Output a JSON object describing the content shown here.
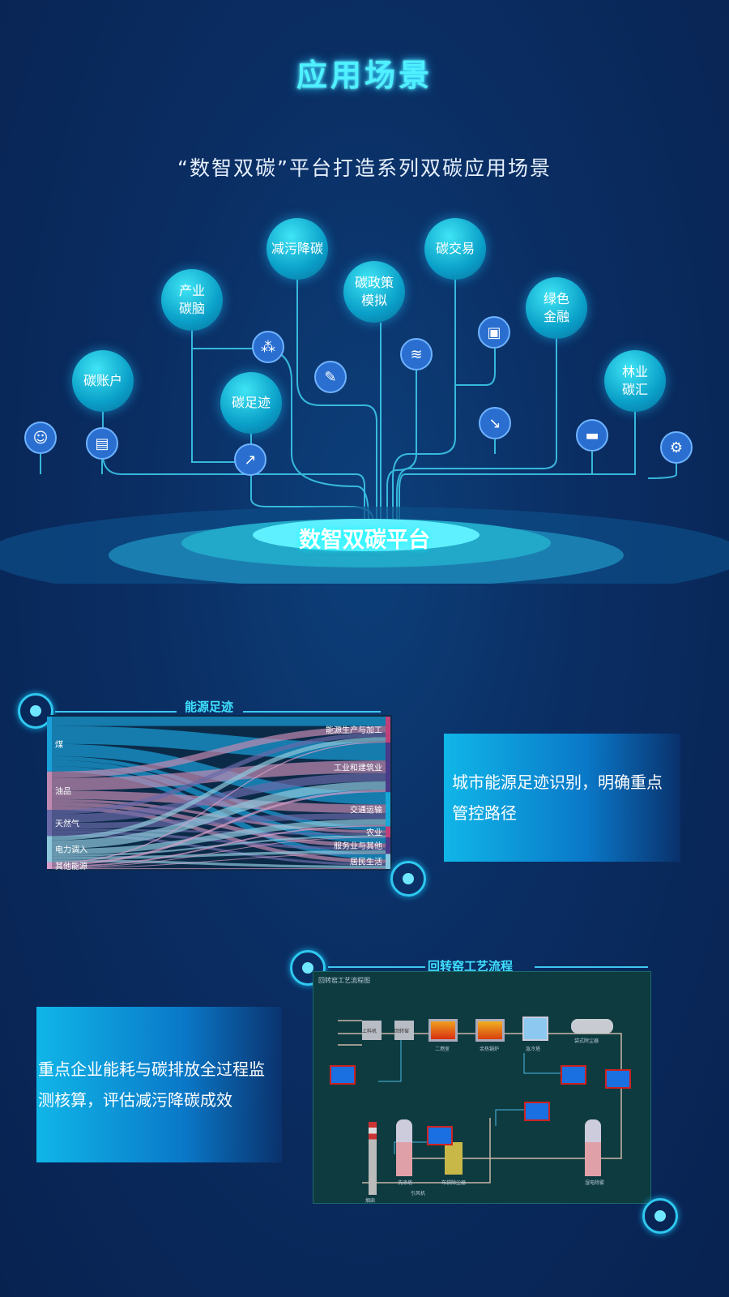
{
  "title": "应用场景",
  "subtitle": "“数智双碳”平台打造系列双碳应用场景",
  "platform": "数智双碳平台",
  "scenarios": [
    "碳账户",
    "产业\n碳脑",
    "减污降碳",
    "碳政策\n模拟",
    "碳交易",
    "绿色\n金融",
    "林业\n碳汇",
    "碳足迹"
  ],
  "icons": [
    "user-icon",
    "presentation-icon",
    "network-icon",
    "chart-up-icon",
    "pen-icon",
    "layers-icon",
    "briefcase-icon",
    "download-chart-icon",
    "drive-icon",
    "gear-icon"
  ],
  "energy": {
    "title": "能源足迹",
    "sources": [
      {
        "name": "煤",
        "value": 40,
        "color": "#1aa0d8"
      },
      {
        "name": "油品",
        "value": 28,
        "color": "#c08ab0"
      },
      {
        "name": "天然气",
        "value": 19,
        "color": "#6a6aa8"
      },
      {
        "name": "电力调入",
        "value": 19,
        "color": "#8ec8dc"
      },
      {
        "name": "其他能源",
        "value": 5,
        "color": "#d8a0c8"
      }
    ],
    "targets": [
      {
        "name": "能源生产与加工",
        "value": 19,
        "color": "#c0407a"
      },
      {
        "name": "工业和建筑业",
        "value": 36,
        "color": "#4a3a8a"
      },
      {
        "name": "交通运输",
        "value": 25,
        "color": "#18a8d8"
      },
      {
        "name": "农业",
        "value": 8,
        "color": "#c0407a"
      },
      {
        "name": "服务业与其他",
        "value": 12,
        "color": "#4a3a8a"
      },
      {
        "name": "居民生活",
        "value": 11,
        "color": "#88c8e0"
      }
    ],
    "caption": "城市能源足迹识别，明确重点管控路径"
  },
  "kiln": {
    "title": "回转窑工艺流程",
    "subtitle": "回转窑工艺流程图",
    "units": [
      "上料机",
      "回转窑",
      "二燃室",
      "余热锅炉",
      "急冷塔",
      "袋式除尘器",
      "洗涤塔",
      "布袋除尘器",
      "烟囱",
      "引风机",
      "湿电除雾"
    ],
    "caption": "重点企业能耗与碳排放全过程监测核算，评估减污降碳成效"
  },
  "colors": {
    "accent": "#4ff0ff",
    "bg": "#0a2d62"
  }
}
